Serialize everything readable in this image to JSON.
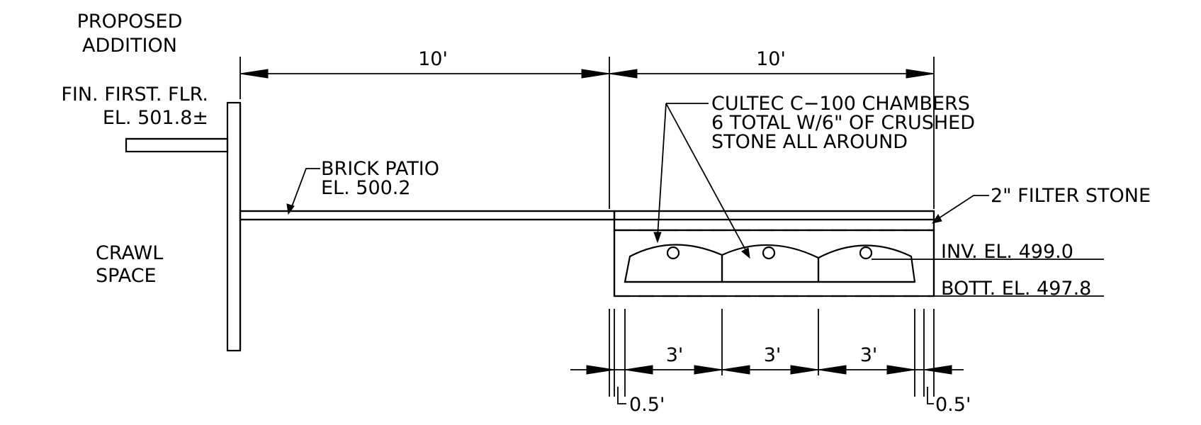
{
  "labels": {
    "proposed_addition": [
      "PROPOSED",
      "ADDITION"
    ],
    "fin_first_flr": [
      "FIN. FIRST. FLR.",
      "EL. 501.8±"
    ],
    "crawl_space": [
      "CRAWL",
      "SPACE"
    ],
    "brick_patio": [
      "BRICK PATIO",
      "EL. 500.2"
    ],
    "cultec": [
      "CULTEC C−100 CHAMBERS",
      "6 TOTAL W/6\" OF CRUSHED",
      "STONE ALL AROUND"
    ],
    "filter_stone": "2\" FILTER STONE",
    "inv_el": "INV. EL. 499.0",
    "bott_el": "BOTT. EL. 497.8"
  },
  "dimensions": {
    "top_left": "10'",
    "top_right": "10'",
    "chamber_1": "3'",
    "chamber_2": "3'",
    "chamber_3": "3'",
    "offset_left": "0.5'",
    "offset_right": "0.5'"
  }
}
